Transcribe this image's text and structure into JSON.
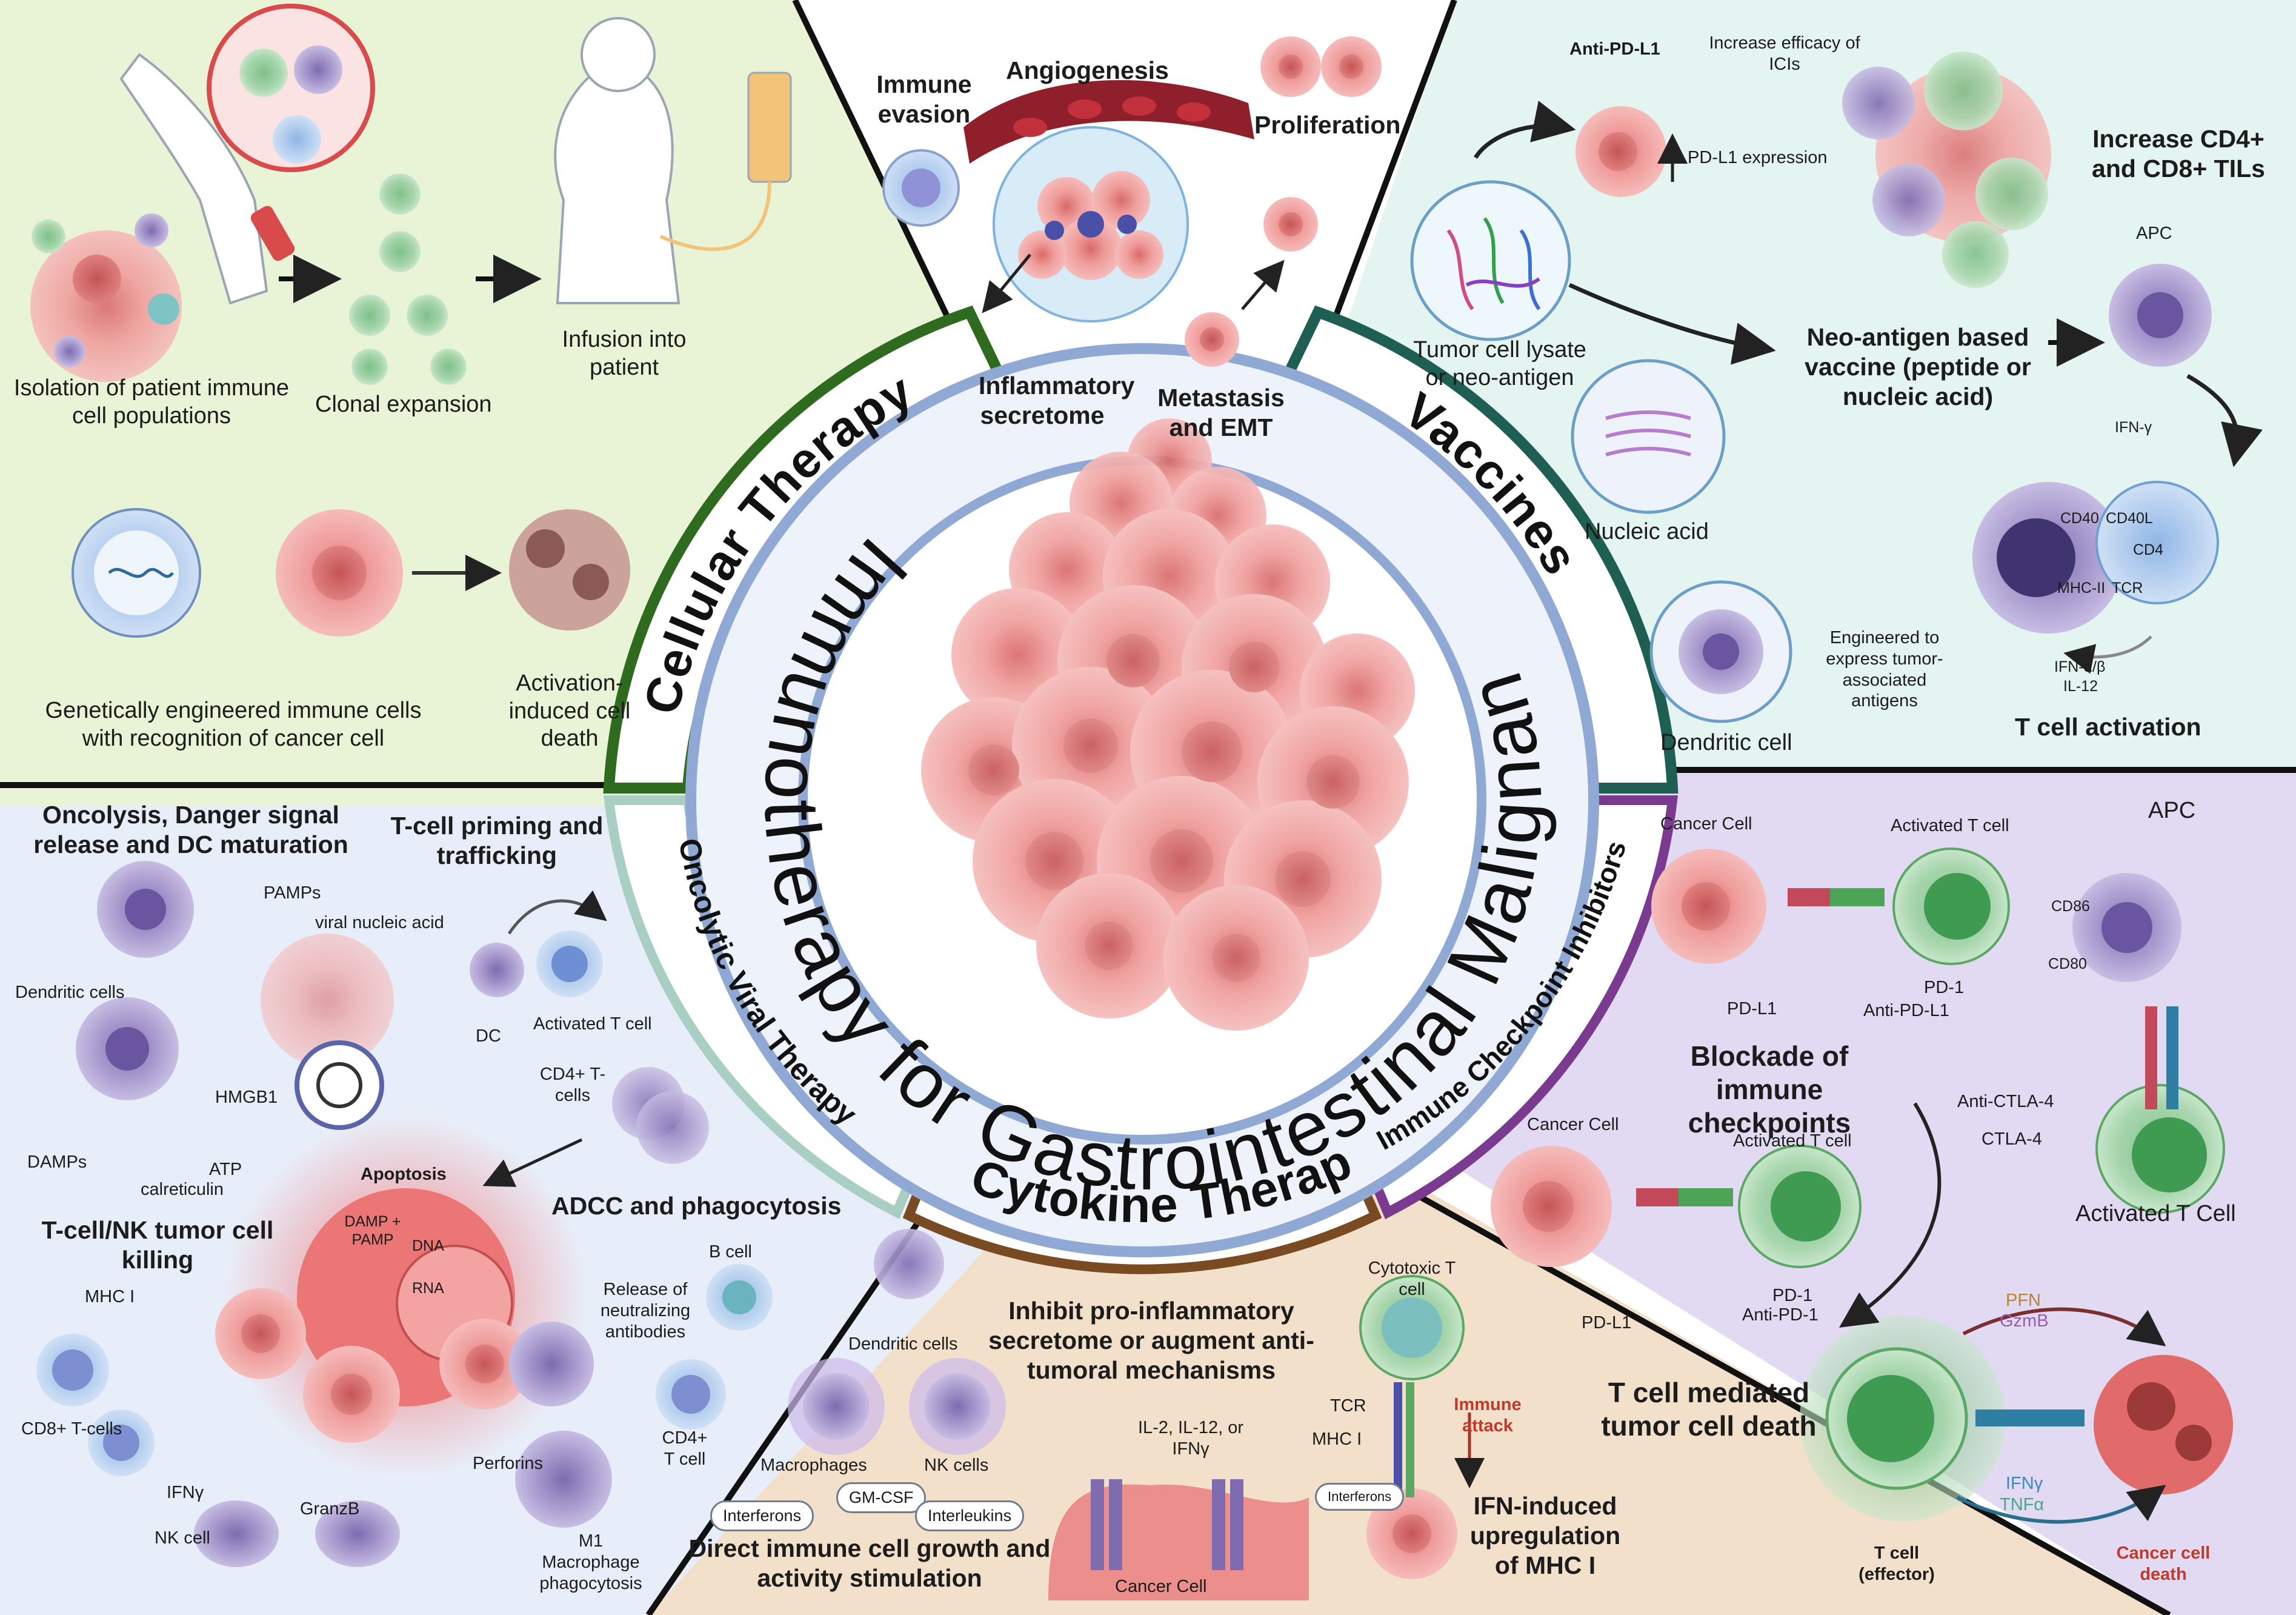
{
  "title": "Immunotherapy for Gastrointestinal Malignancies",
  "ring_labels": {
    "cellular": "Cellular Therapy",
    "vaccines": "Vaccines",
    "checkpoint": "Immune Checkpoint Inhibitors",
    "cytokine": "Cytokine Therapy",
    "oncolytic": "Oncolytic Viral Therapy"
  },
  "colors": {
    "cellular": "#2e6b1f",
    "vaccines": "#1f5e52",
    "checkpoint": "#7a3a8f",
    "cytokine": "#7a4a22",
    "oncolytic": "#a9cfc4",
    "inner_ring": "#8fa9d4",
    "cellular_bg": "#e9f3d5",
    "vaccines_bg": "#e4f4f1",
    "checkpoint_bg": "#e2daf2",
    "cytokine_bg": "#f2e0cb",
    "oncolytic_bg": "#e8eef9",
    "tumor": "#ec8f8c"
  },
  "center": {
    "immune_evasion": "Immune evasion",
    "angiogenesis": "Angiogenesis",
    "proliferation": "Proliferation",
    "inflammatory": "Inflammatory secretome",
    "metastasis": "Metastasis and EMT"
  },
  "cellular": {
    "isolation": "Isolation of patient immune cell populations",
    "clonal": "Clonal expansion",
    "infusion": "Infusion into patient",
    "engineered": "Genetically engineered immune cells with recognition of cancer cell",
    "aicd": "Activation-induced cell death"
  },
  "vaccines": {
    "anti_pdl1": "Anti-PD-L1",
    "efficacy": "Increase efficacy of ICIs",
    "pdl1_expr": "PD-L1 expression",
    "tils": "Increase CD4+ and CD8+ TILs",
    "apc": "APC",
    "lysate": "Tumor cell lysate or neo-antigen",
    "neo_vaccine": "Neo-antigen based vaccine (peptide or nucleic acid)",
    "ifn_g": "IFN-γ",
    "nucleic": "Nucleic acid",
    "cd40": "CD40",
    "cd40l": "CD40L",
    "cd4": "CD4",
    "mhc2": "MHC-II",
    "tcr": "TCR",
    "engineered_dc": "Engineered to express tumor-associated antigens",
    "ifn_ab": "IFN-α/β",
    "il12": "IL-12",
    "dc": "Dendritic cell",
    "tcell_act": "T cell activation"
  },
  "checkpoint": {
    "cancer_cell": "Cancer Cell",
    "activated": "Activated T cell",
    "apc": "APC",
    "cd86": "CD86",
    "cd80": "CD80",
    "pd1": "PD-1",
    "pdl1": "PD-L1",
    "anti_pdl1": "Anti-PD-L1",
    "blockade": "Blockade of immune checkpoints",
    "anti_ctla4": "Anti-CTLA-4",
    "ctla4": "CTLA-4",
    "activated_cap": "Activated T Cell",
    "anti_pd1": "Anti-PD-1",
    "pfn": "PFN",
    "gzmb": "GzmB",
    "mediated": "T cell mediated tumor cell death",
    "ifng": "IFNγ",
    "tnfa": "TNFα",
    "effector": "T cell (effector)",
    "death": "Cancer cell death"
  },
  "cytokine": {
    "inhibit": "Inhibit pro-inflammatory secretome or augment anti-tumoral mechanisms",
    "cytotoxic": "Cytotoxic T cell",
    "dc": "Dendritic cells",
    "macrophages": "Macrophages",
    "nk": "NK cells",
    "il_list": "IL-2, IL-12, or IFNγ",
    "tcr": "TCR",
    "mhc1": "MHC I",
    "immune_attack": "Immune attack",
    "interferons": "Interferons",
    "gmcsf": "GM-CSF",
    "interleukins": "Interleukins",
    "direct": "Direct immune cell growth and activity stimulation",
    "cancer_cell": "Cancer Cell",
    "ifn_mhc": "IFN-induced upregulation of MHC I"
  },
  "oncolytic": {
    "oncolysis": "Oncolysis, Danger signal release and DC maturation",
    "priming": "T-cell priming and trafficking",
    "pamps": "PAMPs",
    "viral_na": "viral nucleic acid",
    "dcs": "Dendritic cells",
    "dc": "DC",
    "activated": "Activated T cell",
    "cd4": "CD4+ T-cells",
    "hmgb1": "HMGB1",
    "damps": "DAMPs",
    "atp": "ATP",
    "calreticulin": "calreticulin",
    "apoptosis": "Apoptosis",
    "damp_pamp": "DAMP + PAMP",
    "dna": "DNA",
    "rna": "RNA",
    "adcc": "ADCC and phagocytosis",
    "killing": "T-cell/NK tumor cell killing",
    "mhc1": "MHC I",
    "release": "Release of neutralizing antibodies",
    "bcell": "B cell",
    "cd4b": "CD4+ T cell",
    "cd8": "CD8+ T-cells",
    "ifng": "IFNγ",
    "perforins": "Perforins",
    "nk": "NK cell",
    "granzb": "GranzB",
    "m1": "M1 Macrophage phagocytosis"
  }
}
